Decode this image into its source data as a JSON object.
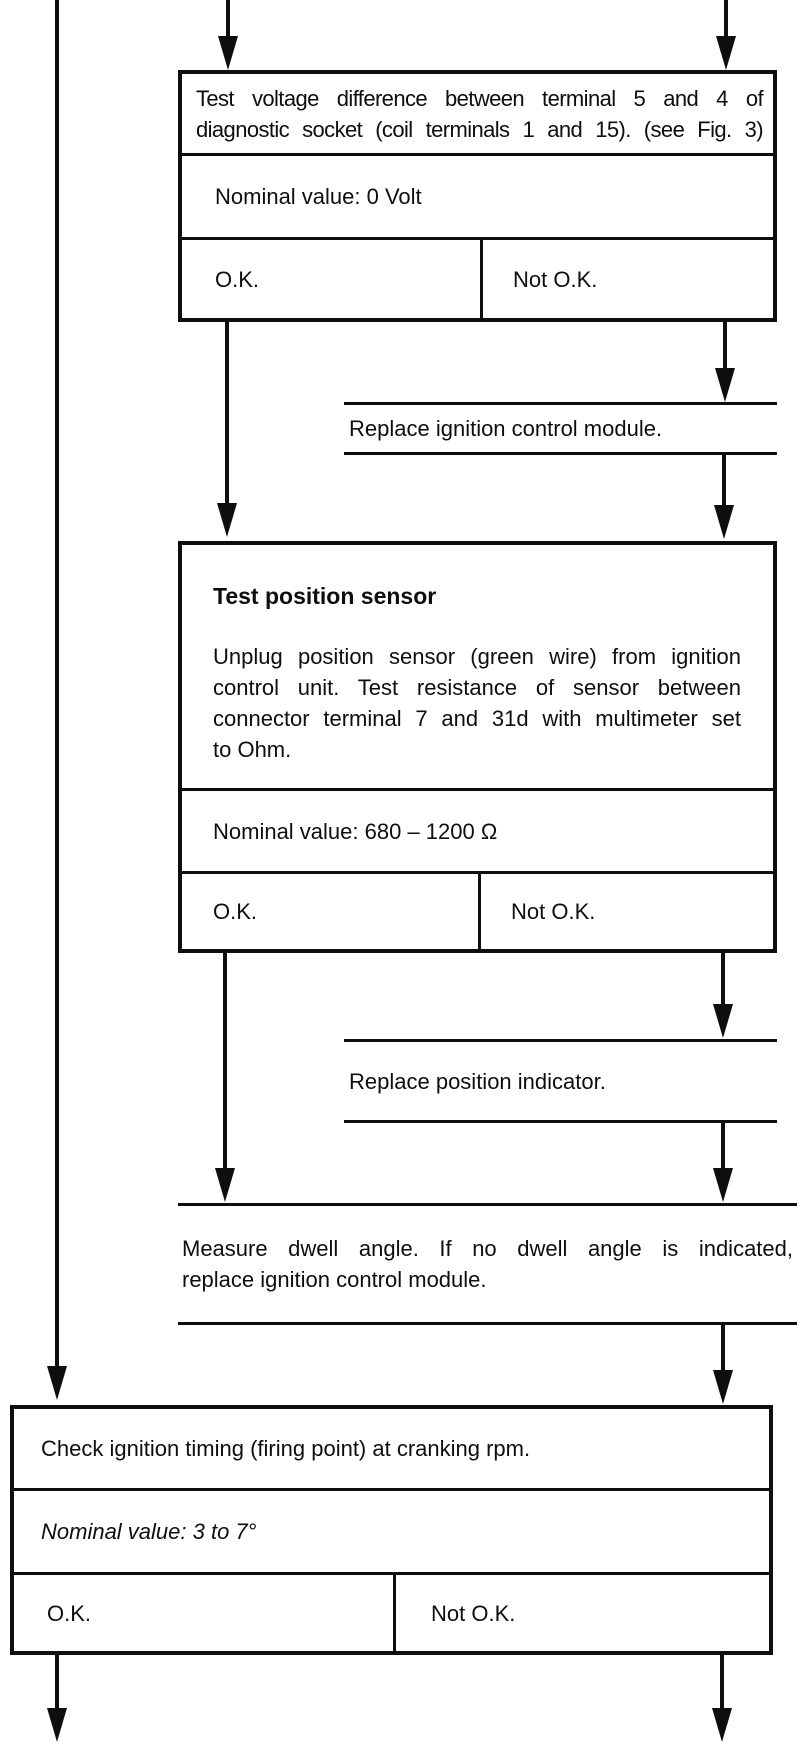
{
  "colors": {
    "ink": "#0e0e0e",
    "paper": "#ffffff"
  },
  "boxes": {
    "test_voltage": {
      "line1": "Test voltage difference between terminal 5 and 4 of",
      "line2": "diagnostic socket (coil terminals 1 and 15). (see Fig. 3)",
      "nominal": "Nominal value: 0 Volt",
      "ok": "O.K.",
      "not_ok": "Not O.K."
    },
    "test_position_sensor": {
      "title": "Test position sensor",
      "body_lines": [
        "Unplug position sensor (green wire) from ignition",
        "control unit. Test resistance of sensor between",
        "connector terminal 7 and 31d with multimeter set",
        "to Ohm."
      ],
      "nominal": "Nominal value: 680 – 1200 Ω",
      "ok": "O.K.",
      "not_ok": "Not O.K."
    },
    "check_ignition_timing": {
      "title": "Check ignition timing (firing point) at cranking rpm.",
      "nominal": "Nominal value: 3 to 7°",
      "ok": "O.K.",
      "not_ok": "Not O.K."
    }
  },
  "actions": {
    "replace_ignition_module": "Replace ignition control module.",
    "replace_position_indicator": "Replace position indicator.",
    "measure_dwell_line1": "Measure dwell angle. If no dwell angle is indicated,",
    "measure_dwell_line2": "replace ignition control module."
  }
}
